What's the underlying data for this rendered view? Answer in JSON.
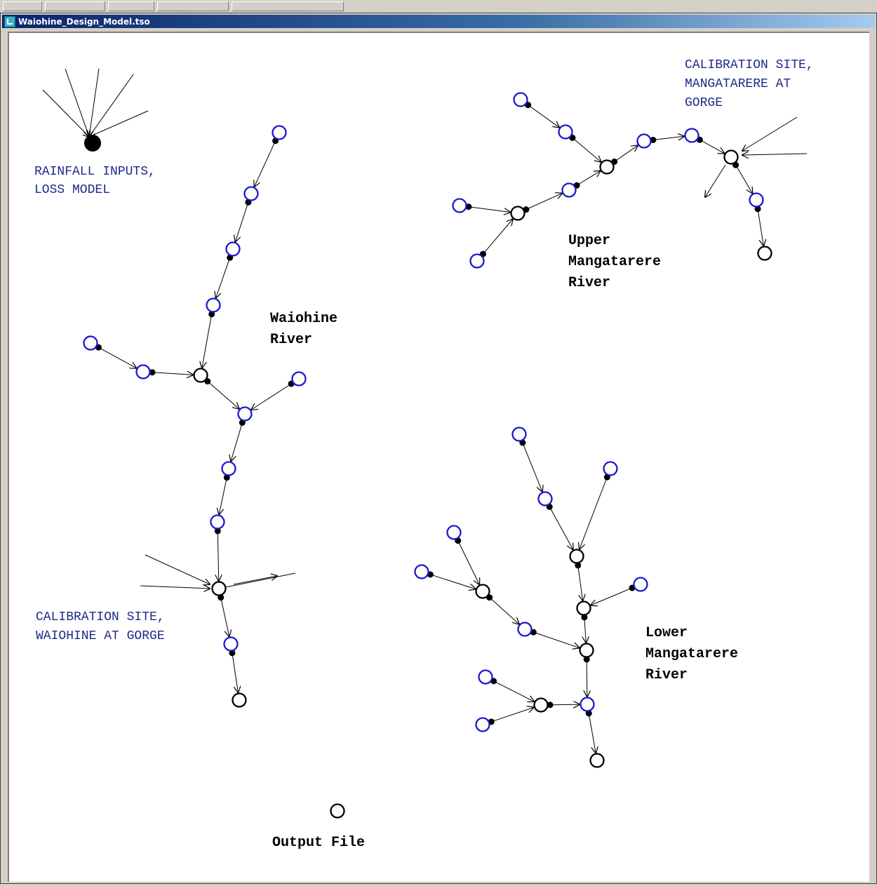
{
  "window": {
    "title": "Waiohine_Design_Model.tso"
  },
  "labels": {
    "rainfall_1": "RAINFALL INPUTS,",
    "rainfall_2": "LOSS MODEL",
    "calib_upper_1": "CALIBRATION SITE,",
    "calib_upper_2": "MANGATARERE AT",
    "calib_upper_3": "GORGE",
    "upper_1": "Upper",
    "upper_2": "Mangatarere",
    "upper_3": "River",
    "waiohine_1": "Waiohine",
    "waiohine_2": "River",
    "calib_lower_1": "CALIBRATION SITE,",
    "calib_lower_2": "WAIOHINE AT GORGE",
    "lower_1": "Lower",
    "lower_2": "Mangatarere",
    "lower_3": "River",
    "output": "Output File"
  },
  "colors": {
    "subcatchment": "#1a1acc",
    "junction": "#000000",
    "annotation": "#1e2a8a"
  },
  "icons": {
    "rainfall": "rainfall-node-icon",
    "subcatchment": "subcatchment-node-icon",
    "junction": "junction-node-icon",
    "output": "output-node-icon"
  }
}
